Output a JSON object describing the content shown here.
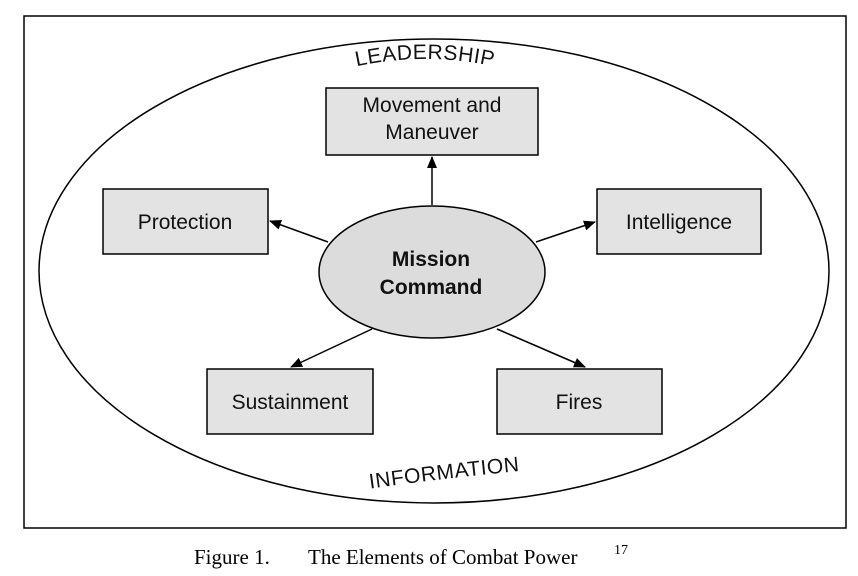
{
  "diagram": {
    "outer_label_top": "LEADERSHIP",
    "outer_label_bottom": "INFORMATION",
    "center": {
      "line1": "Mission",
      "line2": "Command"
    },
    "nodes": {
      "movement": {
        "line1": "Movement and",
        "line2": "Maneuver"
      },
      "protection": {
        "label": "Protection"
      },
      "intelligence": {
        "label": "Intelligence"
      },
      "sustainment": {
        "label": "Sustainment"
      },
      "fires": {
        "label": "Fires"
      }
    },
    "colors": {
      "box_fill": "#e3e3e3",
      "center_fill": "#dcdcdc",
      "stroke": "#000000"
    }
  },
  "caption": {
    "label": "Figure 1.",
    "title": "The Elements of Combat Power",
    "footnote": "17"
  }
}
